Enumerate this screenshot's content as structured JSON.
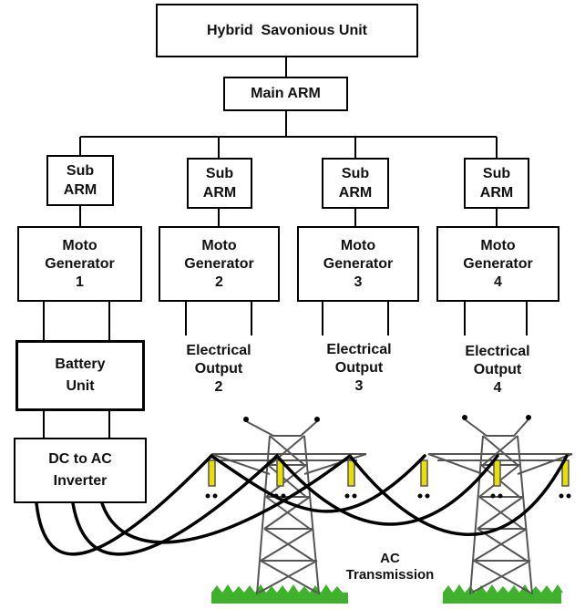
{
  "top": {
    "title": "Hybrid  Savonious Unit"
  },
  "main_arm": {
    "label": "Main ARM"
  },
  "branches": [
    {
      "sub_arm": [
        "Sub",
        "ARM"
      ],
      "generator": [
        "Moto",
        "Generator",
        "1"
      ]
    },
    {
      "sub_arm": [
        "Sub",
        "ARM"
      ],
      "generator": [
        "Moto",
        "Generator",
        "2"
      ],
      "output": [
        "Electrical",
        "Output",
        "2"
      ]
    },
    {
      "sub_arm": [
        "Sub",
        "ARM"
      ],
      "generator": [
        "Moto",
        "Generator",
        "3"
      ],
      "output": [
        "Electrical",
        "Output",
        "3"
      ]
    },
    {
      "sub_arm": [
        "Sub",
        "ARM"
      ],
      "generator": [
        "Moto",
        "Generator",
        "4"
      ],
      "output": [
        "Electrical",
        "Output",
        "4"
      ]
    }
  ],
  "battery": {
    "lines": [
      "Battery",
      "Unit"
    ]
  },
  "inverter": {
    "lines": [
      "DC to AC",
      "Inverter"
    ]
  },
  "transmission": {
    "lines": [
      "AC",
      "Transmission"
    ]
  },
  "colors": {
    "insulator": "#e8e000",
    "grass": "#3db22a",
    "tower": "#555555",
    "stroke": "#000000"
  }
}
